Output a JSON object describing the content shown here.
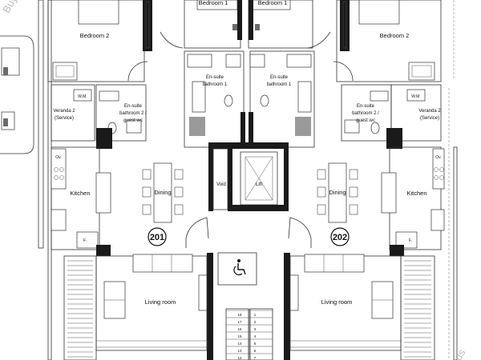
{
  "watermarks": {
    "top_left": "Buy",
    "bottom_right": "rus"
  },
  "units": {
    "left": "201",
    "right": "202"
  },
  "rooms": {
    "bedroom1_left": "Bedroom 1",
    "bedroom1_right": "Bedroom 1",
    "bedroom2_left": "Bedroom 2",
    "bedroom2_right": "Bedroom 2",
    "ensuite_line1": "En-suite",
    "ensuite_line2": "bathroom 1",
    "ensuite2_line1": "En-suite",
    "ensuite2_line2": "bathroom 2 /",
    "ensuite2_line3": "guest wc",
    "wm": "W.M.",
    "veranda_line1": "Veranda 2",
    "veranda_line2": "(Service)",
    "oven": "Ov.",
    "fridge": "F.",
    "kitchen": "Kitchen",
    "dining": "Dining",
    "void": "Void",
    "lift": "Lift",
    "living": "Living room"
  },
  "stair_steps": [
    "18",
    "17",
    "16",
    "15",
    "14",
    "13",
    "12"
  ],
  "stair_steps_right": [
    "1",
    "2",
    "3",
    "4",
    "5",
    "6",
    "7"
  ],
  "icons": {
    "accessibility": "wheelchair-icon"
  }
}
